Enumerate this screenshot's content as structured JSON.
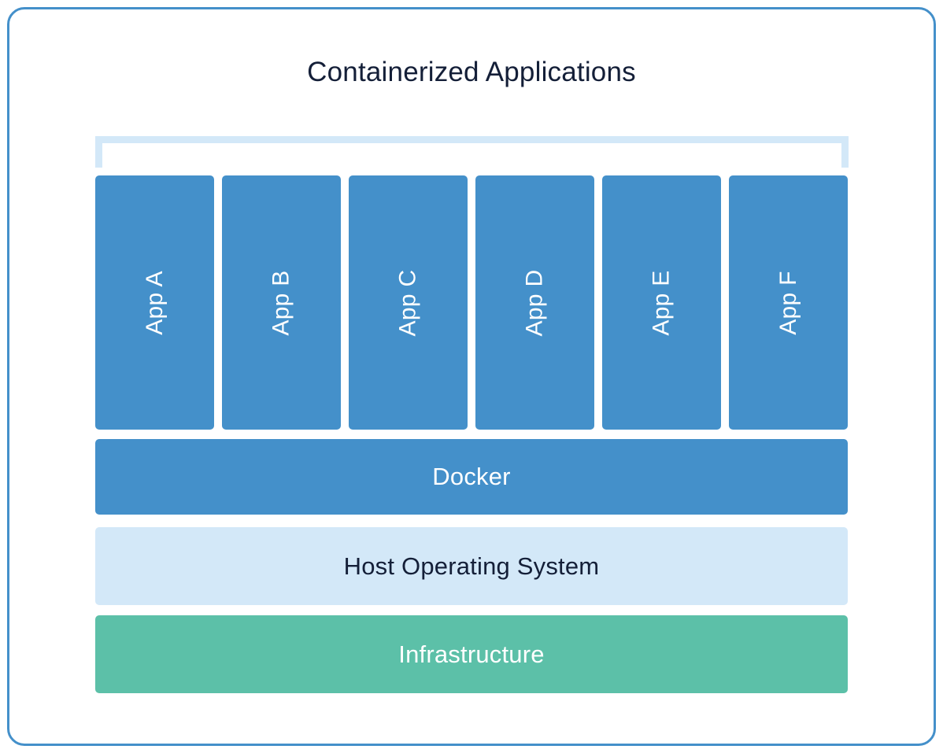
{
  "diagram": {
    "title": "Containerized Applications",
    "colors": {
      "frame_border": "#4490ca",
      "app_box": "#4490ca",
      "bracket": "#d3e8f8",
      "docker": "#4490ca",
      "host_os": "#d3e8f8",
      "infrastructure": "#5cc0a8",
      "dark_text": "#141f38",
      "light_text": "#ffffff"
    },
    "apps": [
      {
        "label": "App A"
      },
      {
        "label": "App B"
      },
      {
        "label": "App C"
      },
      {
        "label": "App D"
      },
      {
        "label": "App E"
      },
      {
        "label": "App F"
      }
    ],
    "layers": [
      {
        "label": "Docker"
      },
      {
        "label": "Host Operating System"
      },
      {
        "label": "Infrastructure"
      }
    ]
  }
}
